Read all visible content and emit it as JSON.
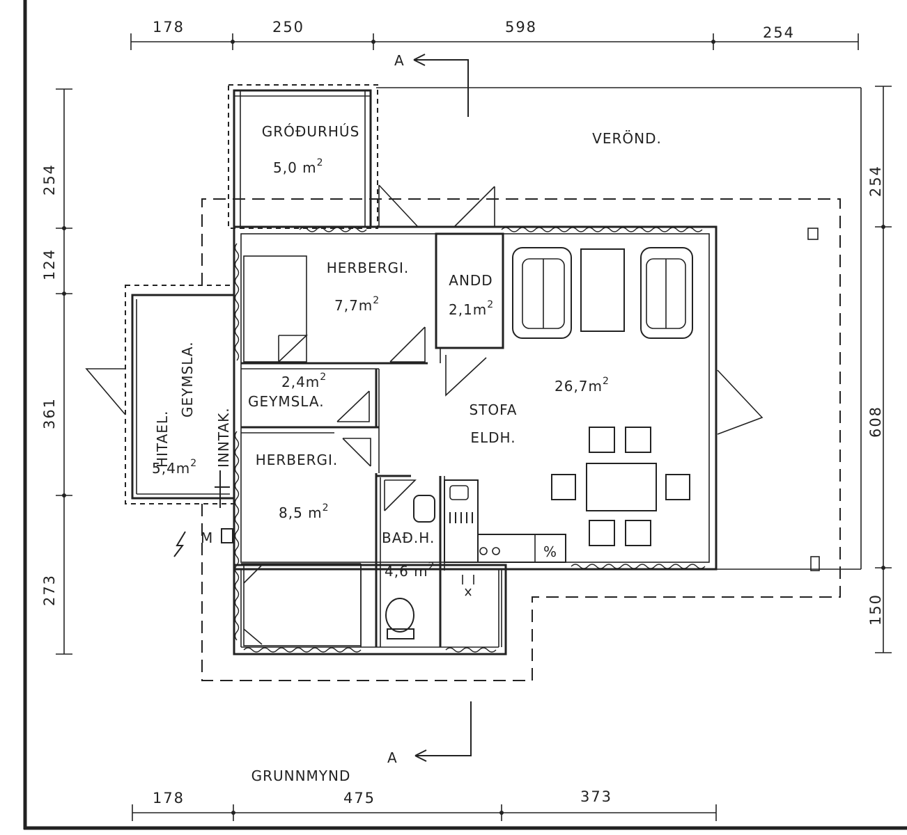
{
  "title": "GRUNNMYND",
  "rooms": {
    "grodurhus": {
      "name": "GRÓÐURHÚS",
      "area": "5,0 m",
      "sup": "2"
    },
    "verond": {
      "name": "VERÖND."
    },
    "herbergi1": {
      "name": "HERBERGI.",
      "area": "7,7m",
      "sup": "2"
    },
    "andd": {
      "name": "ANDD",
      "area": "2,1m",
      "sup": "2"
    },
    "geymsla": {
      "name": "GEYMSLA.",
      "area": "2,4m",
      "sup": "2"
    },
    "stofa": {
      "name1": "STOFA",
      "name2": "ELDH.",
      "area": "26,7m",
      "sup": "2"
    },
    "hitael": {
      "name1": "HITAEL.",
      "name2": "GEYMSLA.",
      "area": "5,4m",
      "sup": "2"
    },
    "inntak": {
      "name": "INNTAK."
    },
    "herbergi2": {
      "name": "HERBERGI.",
      "area": "8,5 m",
      "sup": "2"
    },
    "badh": {
      "name": "BAÐ.H.",
      "area": "4,6 m",
      "sup": "2"
    }
  },
  "section_marker": "A",
  "meter_label": "M",
  "dimensions": {
    "top": [
      "178",
      "250",
      "598",
      "254"
    ],
    "bottom": [
      "178",
      "475",
      "373"
    ],
    "left": [
      "254",
      "124",
      "361",
      "273"
    ],
    "right": [
      "254",
      "608",
      "150"
    ]
  }
}
